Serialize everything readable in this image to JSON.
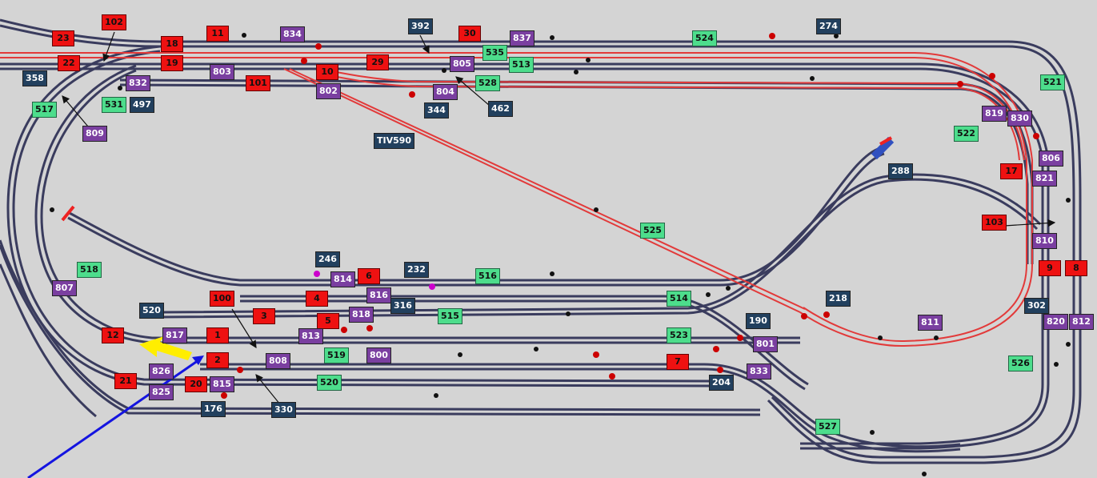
{
  "colors": {
    "background": "#d4d4d4",
    "track": "#3a3c5e",
    "route": "#e23a3a",
    "red_tag": "#ee1111",
    "purple_tag": "#7a3fa0",
    "navy_tag": "#22405e",
    "green_tag": "#4ddd8c",
    "yellow_arrow": "#ffee00",
    "blue_arrow": "#1414e0"
  },
  "labels": [
    {
      "text": "23",
      "kind": "red"
    },
    {
      "text": "102",
      "kind": "red"
    },
    {
      "text": "18",
      "kind": "red"
    },
    {
      "text": "11",
      "kind": "red"
    },
    {
      "text": "834",
      "kind": "purple"
    },
    {
      "text": "392",
      "kind": "navy"
    },
    {
      "text": "30",
      "kind": "red"
    },
    {
      "text": "837",
      "kind": "purple"
    },
    {
      "text": "524",
      "kind": "green"
    },
    {
      "text": "274",
      "kind": "navy"
    },
    {
      "text": "22",
      "kind": "red"
    },
    {
      "text": "19",
      "kind": "red"
    },
    {
      "text": "803",
      "kind": "purple"
    },
    {
      "text": "10",
      "kind": "red"
    },
    {
      "text": "29",
      "kind": "red"
    },
    {
      "text": "805",
      "kind": "purple"
    },
    {
      "text": "535",
      "kind": "green"
    },
    {
      "text": "513",
      "kind": "green"
    },
    {
      "text": "358",
      "kind": "navy"
    },
    {
      "text": "832",
      "kind": "purple"
    },
    {
      "text": "101",
      "kind": "red"
    },
    {
      "text": "802",
      "kind": "purple"
    },
    {
      "text": "528",
      "kind": "green"
    },
    {
      "text": "521",
      "kind": "green"
    },
    {
      "text": "531",
      "kind": "green"
    },
    {
      "text": "497",
      "kind": "navy"
    },
    {
      "text": "804",
      "kind": "purple"
    },
    {
      "text": "517",
      "kind": "green"
    },
    {
      "text": "344",
      "kind": "navy"
    },
    {
      "text": "462",
      "kind": "navy"
    },
    {
      "text": "819",
      "kind": "purple"
    },
    {
      "text": "830",
      "kind": "purple"
    },
    {
      "text": "809",
      "kind": "purple"
    },
    {
      "text": "522",
      "kind": "green"
    },
    {
      "text": "TIV590",
      "kind": "navy"
    },
    {
      "text": "806",
      "kind": "purple"
    },
    {
      "text": "288",
      "kind": "navy"
    },
    {
      "text": "17",
      "kind": "red"
    },
    {
      "text": "821",
      "kind": "purple"
    },
    {
      "text": "103",
      "kind": "red"
    },
    {
      "text": "525",
      "kind": "green"
    },
    {
      "text": "810",
      "kind": "purple"
    },
    {
      "text": "246",
      "kind": "navy"
    },
    {
      "text": "232",
      "kind": "navy"
    },
    {
      "text": "518",
      "kind": "green"
    },
    {
      "text": "814",
      "kind": "purple"
    },
    {
      "text": "6",
      "kind": "red"
    },
    {
      "text": "516",
      "kind": "green"
    },
    {
      "text": "9",
      "kind": "red"
    },
    {
      "text": "8",
      "kind": "red"
    },
    {
      "text": "807",
      "kind": "purple"
    },
    {
      "text": "100",
      "kind": "red"
    },
    {
      "text": "4",
      "kind": "red"
    },
    {
      "text": "816",
      "kind": "purple"
    },
    {
      "text": "316",
      "kind": "navy"
    },
    {
      "text": "514",
      "kind": "green"
    },
    {
      "text": "218",
      "kind": "navy"
    },
    {
      "text": "302",
      "kind": "navy"
    },
    {
      "text": "520",
      "kind": "navy"
    },
    {
      "text": "3",
      "kind": "red"
    },
    {
      "text": "818",
      "kind": "purple"
    },
    {
      "text": "515",
      "kind": "green"
    },
    {
      "text": "5",
      "kind": "red"
    },
    {
      "text": "190",
      "kind": "navy"
    },
    {
      "text": "811",
      "kind": "purple"
    },
    {
      "text": "820",
      "kind": "purple"
    },
    {
      "text": "812",
      "kind": "purple"
    },
    {
      "text": "12",
      "kind": "red"
    },
    {
      "text": "817",
      "kind": "purple"
    },
    {
      "text": "1",
      "kind": "red"
    },
    {
      "text": "813",
      "kind": "purple"
    },
    {
      "text": "523",
      "kind": "green"
    },
    {
      "text": "801",
      "kind": "purple"
    },
    {
      "text": "2",
      "kind": "red"
    },
    {
      "text": "808",
      "kind": "purple"
    },
    {
      "text": "519",
      "kind": "green"
    },
    {
      "text": "800",
      "kind": "purple"
    },
    {
      "text": "7",
      "kind": "red"
    },
    {
      "text": "826",
      "kind": "purple"
    },
    {
      "text": "833",
      "kind": "purple"
    },
    {
      "text": "526",
      "kind": "green"
    },
    {
      "text": "21",
      "kind": "red"
    },
    {
      "text": "20",
      "kind": "red"
    },
    {
      "text": "815",
      "kind": "purple"
    },
    {
      "text": "825",
      "kind": "purple"
    },
    {
      "text": "520",
      "kind": "green"
    },
    {
      "text": "204",
      "kind": "navy"
    },
    {
      "text": "176",
      "kind": "navy"
    },
    {
      "text": "330",
      "kind": "navy"
    },
    {
      "text": "527",
      "kind": "green"
    }
  ]
}
